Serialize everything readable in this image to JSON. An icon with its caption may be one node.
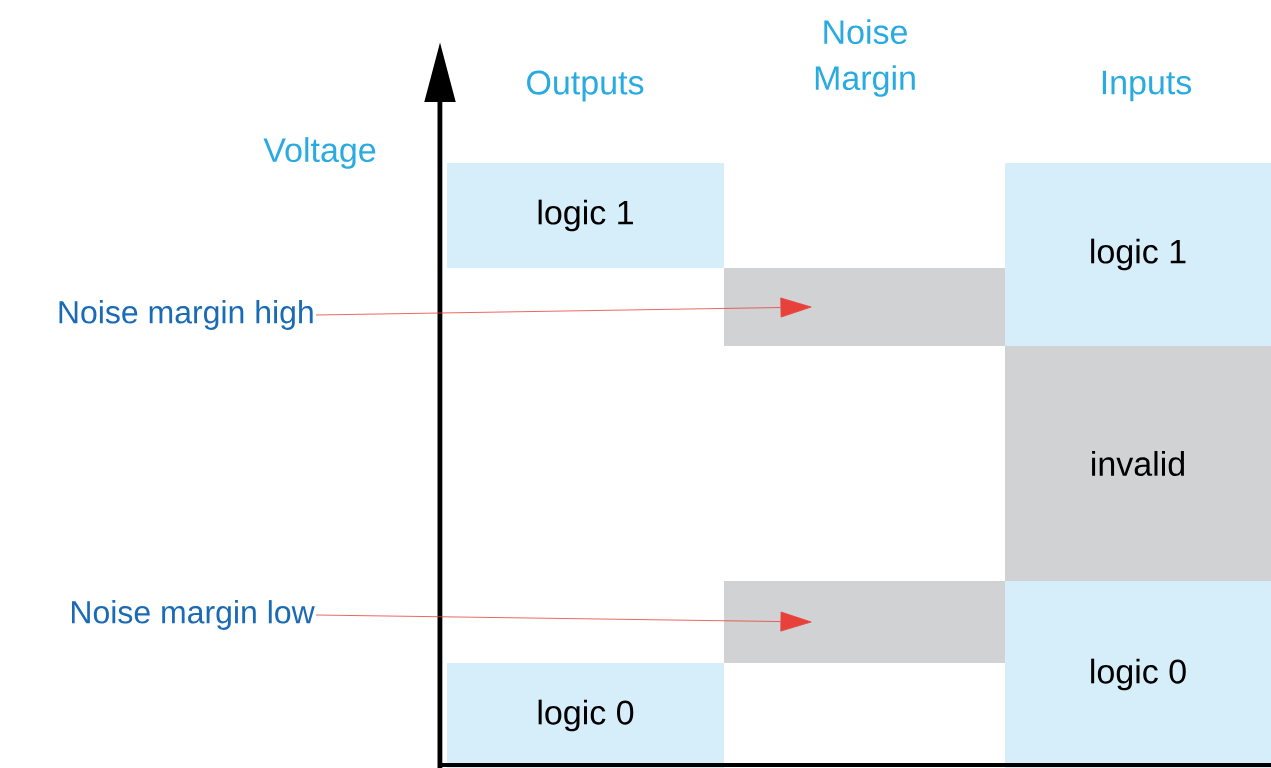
{
  "diagram": {
    "nodes": [
      {
        "text": [
          "logic 1"
        ]
      },
      {
        "text": [
          "logic 0"
        ]
      },
      {
        "text": [],
        "shape": "box"
      },
      {
        "text": [],
        "shape": "box"
      },
      {
        "text": [
          "logic 1"
        ]
      },
      {
        "text": [
          "invalid"
        ]
      },
      {
        "text": [
          "logic 0"
        ]
      },
      {
        "text": [
          "Noise margin high"
        ]
      },
      {
        "text": [
          "Noise margin low"
        ]
      }
    ],
    "edges": [
      {
        "from": 7,
        "to": 2,
        "arrow": "to"
      },
      {
        "from": 8,
        "to": 3,
        "arrow": "to"
      }
    ],
    "labels": [
      "Noise Margin",
      "Outputs",
      "Inputs",
      "Voltage"
    ]
  }
}
